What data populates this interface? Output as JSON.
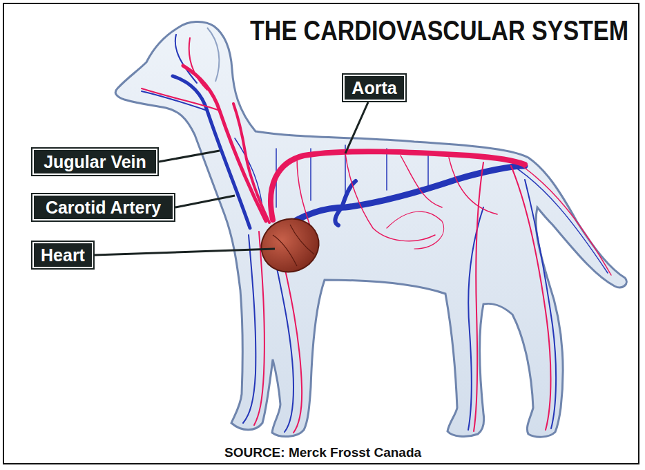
{
  "diagram": {
    "title": "THE CARDIOVASCULAR SYSTEM",
    "caption": "SOURCE: Merck Frosst Canada",
    "nodes": [
      {
        "text": [
          "Aorta"
        ]
      },
      {
        "text": [
          "Jugular Vein"
        ]
      },
      {
        "text": [
          "Carotid Artery"
        ]
      },
      {
        "text": [
          "Heart"
        ]
      }
    ]
  }
}
